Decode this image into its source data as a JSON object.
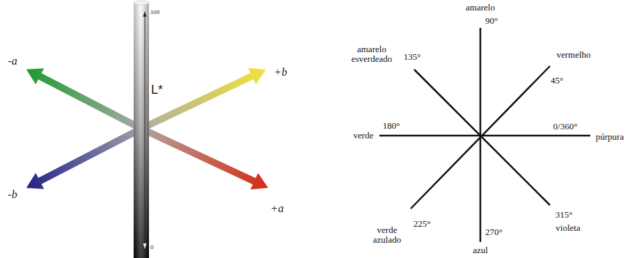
{
  "diagram": {
    "labels": [
      "100",
      "-a",
      "+b",
      "L*",
      "-b",
      "+a",
      "0",
      "amarelo",
      "90°",
      "amarelo esverdeado",
      "135°",
      "vermelho",
      "45°",
      "verde",
      "180°",
      "0/360°",
      "púrpura",
      "verde azulado",
      "225°",
      "270°",
      "azul",
      "315°",
      "violeta"
    ]
  }
}
